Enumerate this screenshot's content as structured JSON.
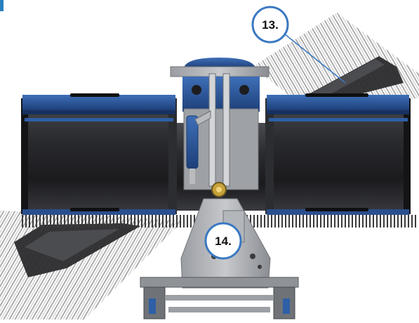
{
  "callouts": [
    {
      "id": "13",
      "label": "13."
    },
    {
      "id": "14",
      "label": "14."
    }
  ],
  "colors": {
    "background": "#ffffff",
    "accent_mark": "#2a7fbf",
    "frame_blue": "#2f5fa6",
    "frame_blue_dark": "#1d3f78",
    "drum_black": "#1f1f22",
    "steel_grey": "#8c8f94",
    "steel_light": "#c9cbce",
    "callout_fill": "#ffffff",
    "callout_stroke": "#3a78c2",
    "leader_line": "#3a78c2"
  },
  "icons": {
    "corner_mark": "blue-corner-bar",
    "callout": "circle-callout"
  }
}
